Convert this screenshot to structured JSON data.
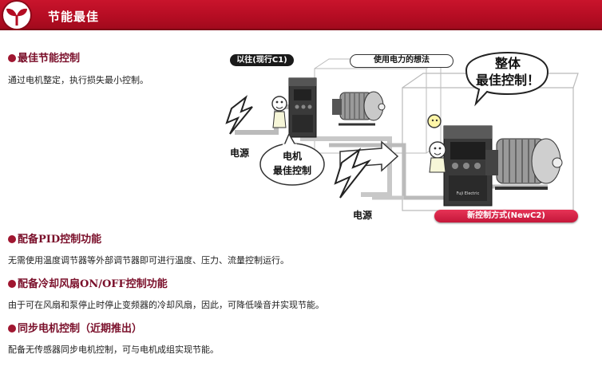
{
  "header": {
    "title": "节能最佳"
  },
  "sections": [
    {
      "title": "最佳节能控制",
      "desc": "通过电机整定，执行损失最小控制。"
    },
    {
      "title": "配备PID控制功能",
      "desc": "无需使用温度调节器等外部调节器即可进行温度、压力、流量控制运行。"
    },
    {
      "title": "配备冷却风扇ON/OFF控制功能",
      "desc": "由于可在风扇和泵停止时停止变频器的冷却风扇，因此，可降低噪音并实现节能。"
    },
    {
      "title": "同步电机控制（近期推出）",
      "desc": "配备无传感器同步电机控制，可与电机成组实现节能。"
    }
  ],
  "diagram": {
    "label_old": "以往(现行C1)",
    "label_idea": "使用电力的想法",
    "label_new": "新控制方式(NewC2)",
    "power_label_1": "电源",
    "power_label_2": "电源",
    "bubble_left_line1": "电机",
    "bubble_left_line2": "最佳控制",
    "bubble_right_line1": "整体",
    "bubble_right_line2": "最佳控制！",
    "inverter_brand": "Fuji Electric"
  },
  "colors": {
    "header": "#b30c22",
    "section_title": "#7a0f2a",
    "new_label": "#d0204a"
  }
}
